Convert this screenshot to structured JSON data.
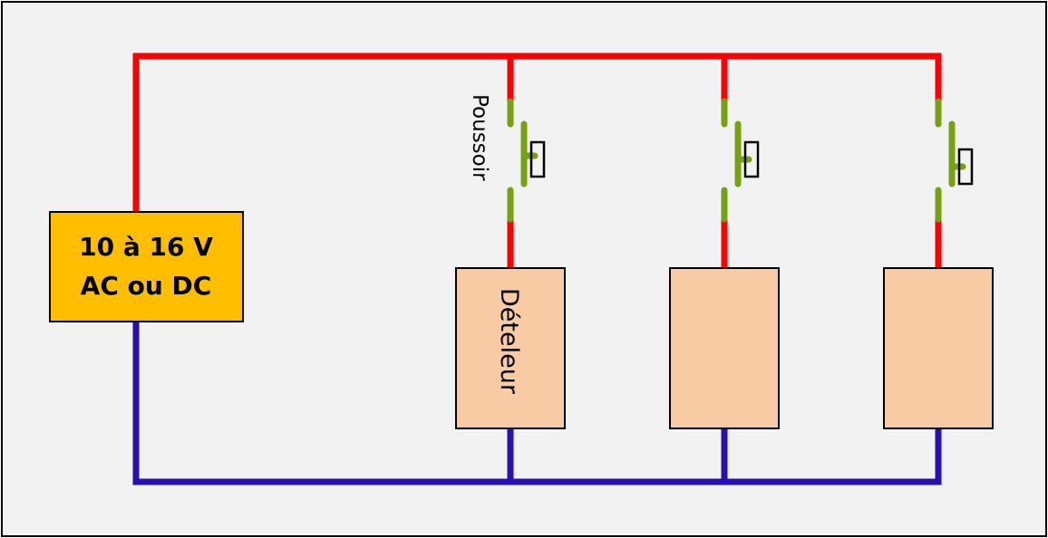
{
  "power_supply": {
    "line1": "10 à 16 V",
    "line2": "AC ou DC",
    "fill_color": "#ffbf00"
  },
  "pushbutton": {
    "label": "Poussoir",
    "color": "#77a012"
  },
  "uncoupler": {
    "label": "Dételeur",
    "fill_color": "#f8cba4"
  },
  "wires": {
    "positive_color": "#ff0000",
    "negative_color": "#2a0fb0"
  },
  "branch_count": 3
}
